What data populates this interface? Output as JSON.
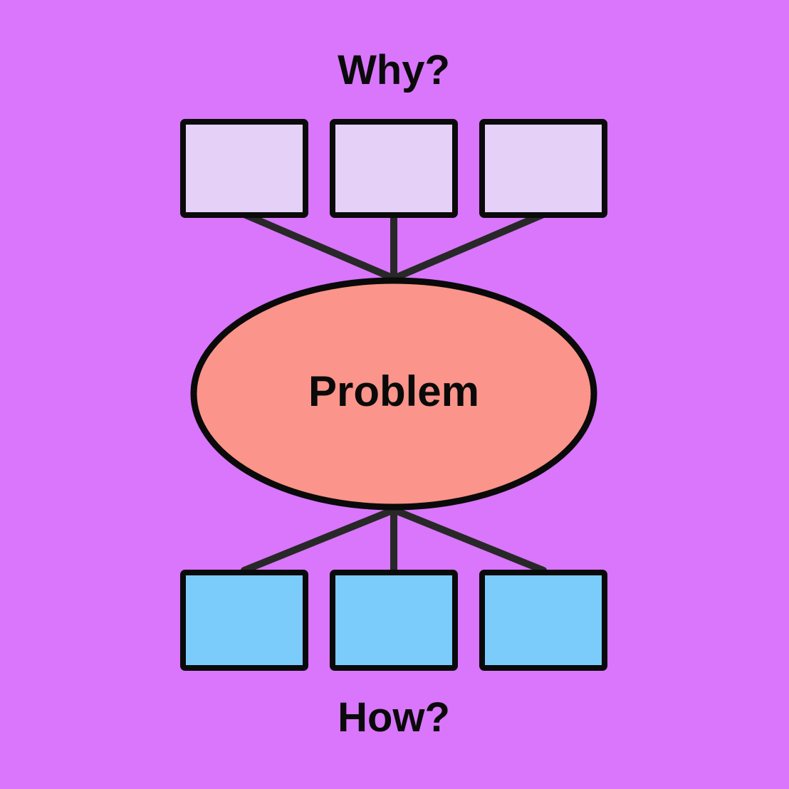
{
  "diagram": {
    "top_label": "Why?",
    "center_label": "Problem",
    "bottom_label": "How?",
    "why_boxes": [
      {
        "label": ""
      },
      {
        "label": ""
      },
      {
        "label": ""
      }
    ],
    "how_boxes": [
      {
        "label": ""
      },
      {
        "label": ""
      },
      {
        "label": ""
      }
    ]
  },
  "colors": {
    "background": "#d976fc",
    "why_box_fill": "#e5d1f8",
    "how_box_fill": "#7bccfb",
    "problem_fill": "#fb948a",
    "shape_outline": "#0a0a0a",
    "connector": "#282828",
    "label_text": "#0a0a0a"
  }
}
